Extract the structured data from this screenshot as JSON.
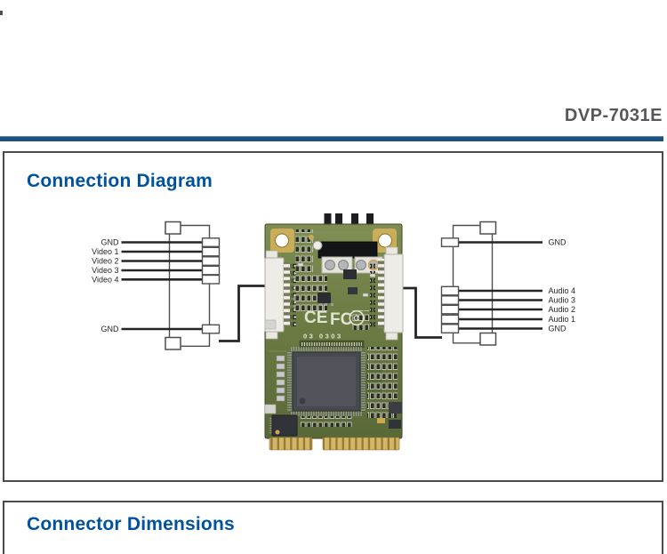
{
  "header": {
    "product_code": "DVP-7031E"
  },
  "sections": [
    {
      "title": "Connection Diagram"
    },
    {
      "title": "Connector Dimensions"
    }
  ],
  "diagram": {
    "left_connector": {
      "labels": [
        "GND",
        "Video 1",
        "Video 2",
        "Video 3",
        "Video 4"
      ],
      "gnd_label": "GND"
    },
    "right_connector": {
      "gnd_top_label": "GND",
      "labels": [
        "Audio 4",
        "Audio 3",
        "Audio 2",
        "Audio 1",
        "GND"
      ]
    },
    "board": {
      "ce_mark": "CE",
      "fcc_mark": "FC",
      "fcc_c": "C",
      "code_row": "03 0303"
    }
  },
  "colors": {
    "accent_blue": "#00529e",
    "rule_blue": "#1b5181",
    "product_gray": "#55575b",
    "box_border_gray": "#4b4b4b",
    "pcb_green": "#6b7a42",
    "gold": "#c9ad58"
  }
}
